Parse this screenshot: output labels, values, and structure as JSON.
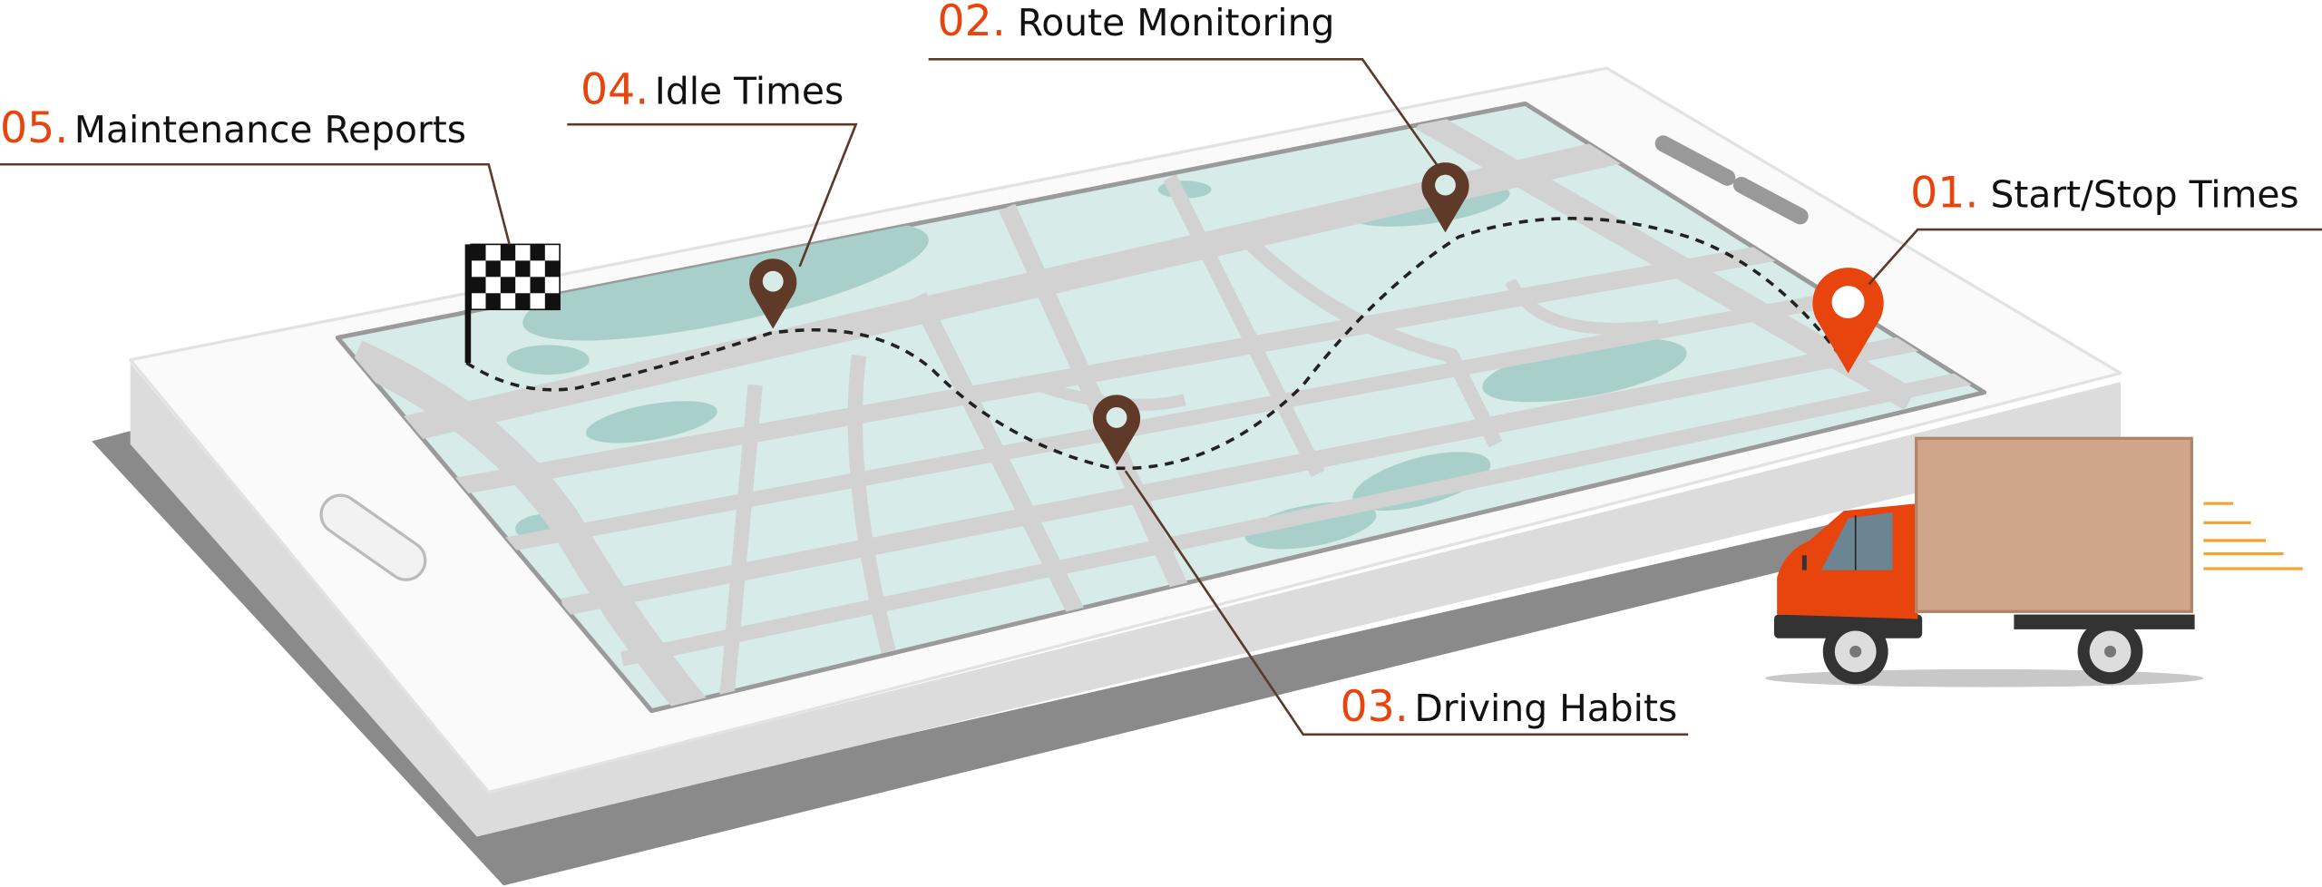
{
  "features": [
    {
      "number": "01.",
      "label": "Start/Stop Times"
    },
    {
      "number": "02.",
      "label": "Route Monitoring"
    },
    {
      "number": "03.",
      "label": "Driving Habits"
    },
    {
      "number": "04.",
      "label": "Idle Times"
    },
    {
      "number": "05.",
      "label": "Maintenance Reports"
    }
  ],
  "colors": {
    "accent": "#e8440e",
    "pin": "#5f3a28",
    "map": "#d7ebe8",
    "water": "#a9cfca",
    "truck_cab": "#e8440e",
    "truck_box": "#cfa68a",
    "speed_lines": "#f5a431"
  }
}
